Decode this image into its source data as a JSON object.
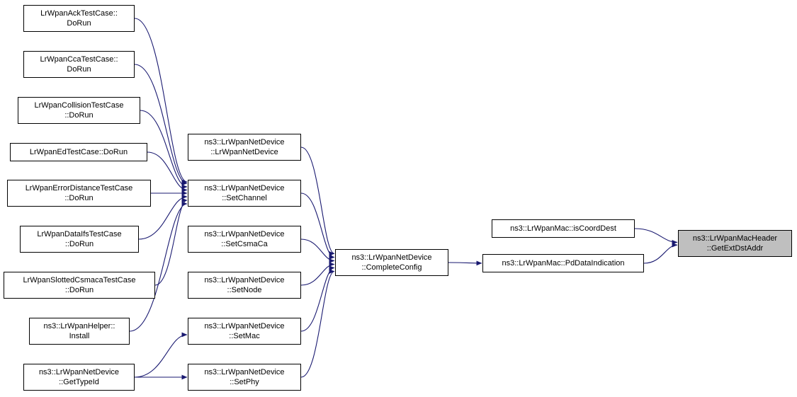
{
  "diagram": {
    "type": "call-graph",
    "colors": {
      "edge": "#191970",
      "node_bg": "#ffffff",
      "node_border": "#000000",
      "highlight_bg": "#bfbfbf",
      "text": "#000000"
    },
    "nodes": [
      {
        "id": "ack",
        "lines": [
          "LrWpanAckTestCase::",
          "DoRun"
        ],
        "highlight": false
      },
      {
        "id": "cca",
        "lines": [
          "LrWpanCcaTestCase::",
          "DoRun"
        ],
        "highlight": false
      },
      {
        "id": "collision",
        "lines": [
          "LrWpanCollisionTestCase",
          "::DoRun"
        ],
        "highlight": false
      },
      {
        "id": "ed",
        "lines": [
          "LrWpanEdTestCase::DoRun"
        ],
        "highlight": false
      },
      {
        "id": "errordist",
        "lines": [
          "LrWpanErrorDistanceTestCase",
          "::DoRun"
        ],
        "highlight": false
      },
      {
        "id": "dataifs",
        "lines": [
          "LrWpanDataIfsTestCase",
          "::DoRun"
        ],
        "highlight": false
      },
      {
        "id": "slotted",
        "lines": [
          "LrWpanSlottedCsmacaTestCase",
          "::DoRun"
        ],
        "highlight": false
      },
      {
        "id": "install",
        "lines": [
          "ns3::LrWpanHelper::",
          "Install"
        ],
        "highlight": false
      },
      {
        "id": "gettypeid",
        "lines": [
          "ns3::LrWpanNetDevice",
          "::GetTypeId"
        ],
        "highlight": false
      },
      {
        "id": "ctor",
        "lines": [
          "ns3::LrWpanNetDevice",
          "::LrWpanNetDevice"
        ],
        "highlight": false
      },
      {
        "id": "setchannel",
        "lines": [
          "ns3::LrWpanNetDevice",
          "::SetChannel"
        ],
        "highlight": false
      },
      {
        "id": "setcsmaca",
        "lines": [
          "ns3::LrWpanNetDevice",
          "::SetCsmaCa"
        ],
        "highlight": false
      },
      {
        "id": "setnode",
        "lines": [
          "ns3::LrWpanNetDevice",
          "::SetNode"
        ],
        "highlight": false
      },
      {
        "id": "setmac",
        "lines": [
          "ns3::LrWpanNetDevice",
          "::SetMac"
        ],
        "highlight": false
      },
      {
        "id": "setphy",
        "lines": [
          "ns3::LrWpanNetDevice",
          "::SetPhy"
        ],
        "highlight": false
      },
      {
        "id": "completeconfig",
        "lines": [
          "ns3::LrWpanNetDevice",
          "::CompleteConfig"
        ],
        "highlight": false
      },
      {
        "id": "iscoorddest",
        "lines": [
          "ns3::LrWpanMac::isCoordDest"
        ],
        "highlight": false
      },
      {
        "id": "pddataindication",
        "lines": [
          "ns3::LrWpanMac::PdDataIndication"
        ],
        "highlight": false
      },
      {
        "id": "getextdstaddr",
        "lines": [
          "ns3::LrWpanMacHeader",
          "::GetExtDstAddr"
        ],
        "highlight": true
      }
    ],
    "edges": [
      {
        "from": "ack",
        "to": "setchannel"
      },
      {
        "from": "cca",
        "to": "setchannel"
      },
      {
        "from": "collision",
        "to": "setchannel"
      },
      {
        "from": "ed",
        "to": "setchannel"
      },
      {
        "from": "errordist",
        "to": "setchannel"
      },
      {
        "from": "dataifs",
        "to": "setchannel"
      },
      {
        "from": "slotted",
        "to": "setchannel"
      },
      {
        "from": "install",
        "to": "setchannel"
      },
      {
        "from": "gettypeid",
        "to": "setmac"
      },
      {
        "from": "gettypeid",
        "to": "setphy"
      },
      {
        "from": "ctor",
        "to": "completeconfig"
      },
      {
        "from": "setchannel",
        "to": "completeconfig"
      },
      {
        "from": "setcsmaca",
        "to": "completeconfig"
      },
      {
        "from": "setnode",
        "to": "completeconfig"
      },
      {
        "from": "setmac",
        "to": "completeconfig"
      },
      {
        "from": "setphy",
        "to": "completeconfig"
      },
      {
        "from": "completeconfig",
        "to": "pddataindication"
      },
      {
        "from": "iscoorddest",
        "to": "getextdstaddr"
      },
      {
        "from": "pddataindication",
        "to": "getextdstaddr"
      }
    ]
  }
}
